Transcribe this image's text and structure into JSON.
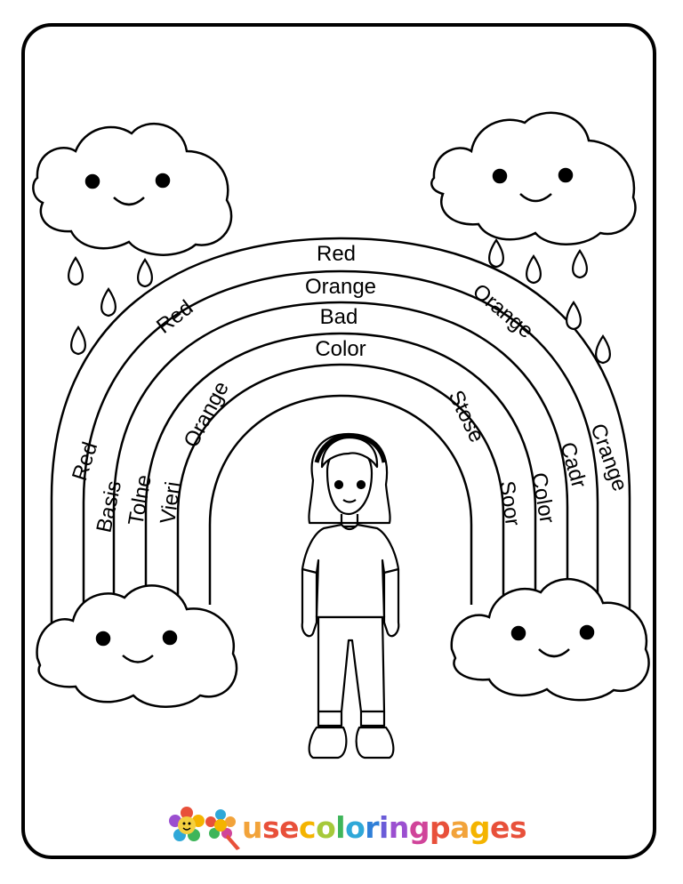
{
  "rainbow_labels": {
    "arc_top_1": "Red",
    "arc_top_2": "Orange",
    "arc_top_3": "Bad",
    "arc_top_4": "Color",
    "arc_upper_left": "Red",
    "arc_upper_right": "Orange",
    "arc_inner_left": "Orange",
    "arc_inner_right": "Stose",
    "leg_left_1": "Red",
    "leg_left_2": "Basis",
    "leg_left_3": "Tolne",
    "leg_left_4": "Vieri",
    "leg_right_1": "Soor",
    "leg_right_2": "Color",
    "leg_right_3": "Cadr",
    "leg_right_4": "Crange"
  },
  "brand": {
    "name": "usecoloringpages",
    "letter_colors": [
      "#f2a33a",
      "#e8503a",
      "#e8503a",
      "#f4b400",
      "#a6c93a",
      "#3fb55a",
      "#2fa8d8",
      "#2f7fd8",
      "#6a5bd8",
      "#9b4fd0",
      "#d0449a",
      "#e8503a",
      "#f2a33a",
      "#f4b400",
      "#e8503a",
      "#e8503a"
    ]
  },
  "colors": {
    "line": "#000000",
    "paper": "#ffffff"
  }
}
